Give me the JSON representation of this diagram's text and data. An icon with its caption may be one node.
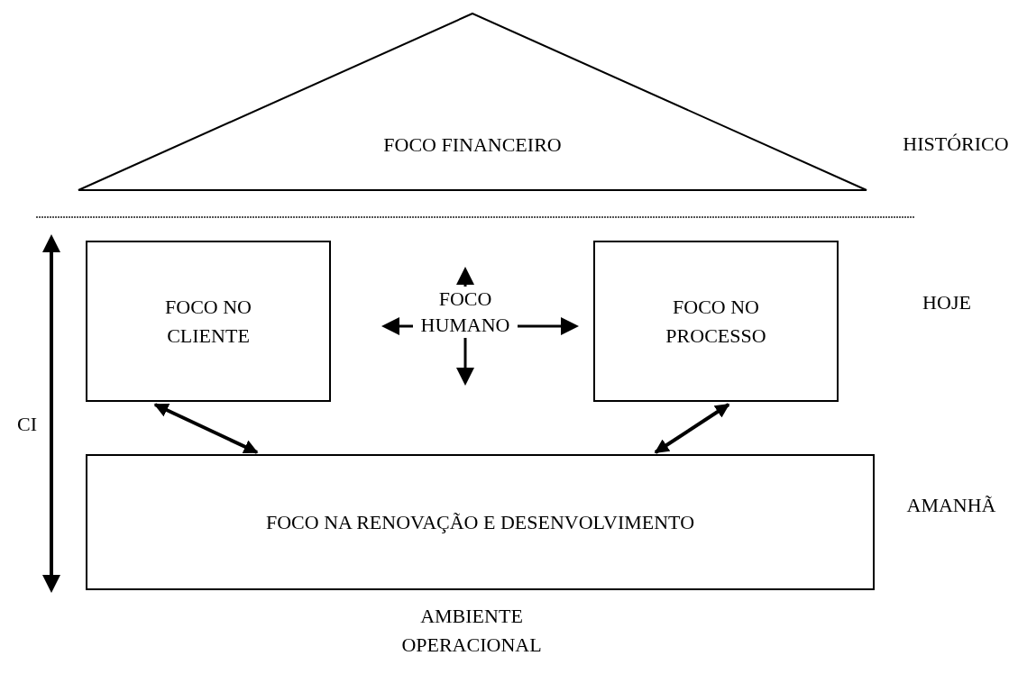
{
  "diagram": {
    "nodes": [
      {
        "text": [
          "FOCO FINANCEIRO"
        ]
      },
      {
        "text": [
          "FOCO NO CLIENTE"
        ]
      },
      {
        "text": [
          "FOCO NO PROCESSO"
        ]
      },
      {
        "text": [
          "FOCO NA RENOVAÇÃO E DESENVOLVIMENTO"
        ]
      }
    ],
    "edges": [
      {
        "from": 1,
        "to": 3,
        "arrow": "both"
      },
      {
        "from": 2,
        "to": 3,
        "arrow": "both"
      }
    ],
    "labels": [
      "HISTÓRICO",
      "FOCO HUMANO",
      "HOJE",
      "CI",
      "AMANHÃ",
      "AMBIENTE OPERACIONAL"
    ]
  }
}
